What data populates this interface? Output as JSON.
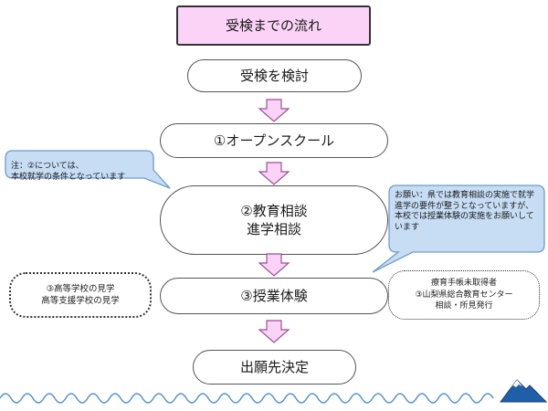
{
  "title": "受検までの流れ",
  "steps": [
    "受検を検討",
    "①オープンスクール",
    "②教育相談\n進学相談",
    "③授業体験",
    "出願先決定"
  ],
  "notes": {
    "left": "注：②については、\n本校就学の条件となっています",
    "right": "お願い：県では教育相談の実施で就学進学の要件が整うとなっていますが、本校では授業体験の実施をお願いしています"
  },
  "side_boxes": {
    "left": "③高等学校の見学\n高等支援学校の見学",
    "right": "療育手帳未取得者\n③山梨県総合教育センター\n相談・所見発行"
  },
  "colors": {
    "title_fill": "#fbd3f6",
    "arrow_fill": "#fbd3f6",
    "arrow_stroke": "#9b4f96",
    "callout_fill": "#c6ddf4",
    "callout_stroke": "#6f9cca",
    "wave": "#4f8fd6"
  },
  "icons": [
    "mountain-icon"
  ]
}
